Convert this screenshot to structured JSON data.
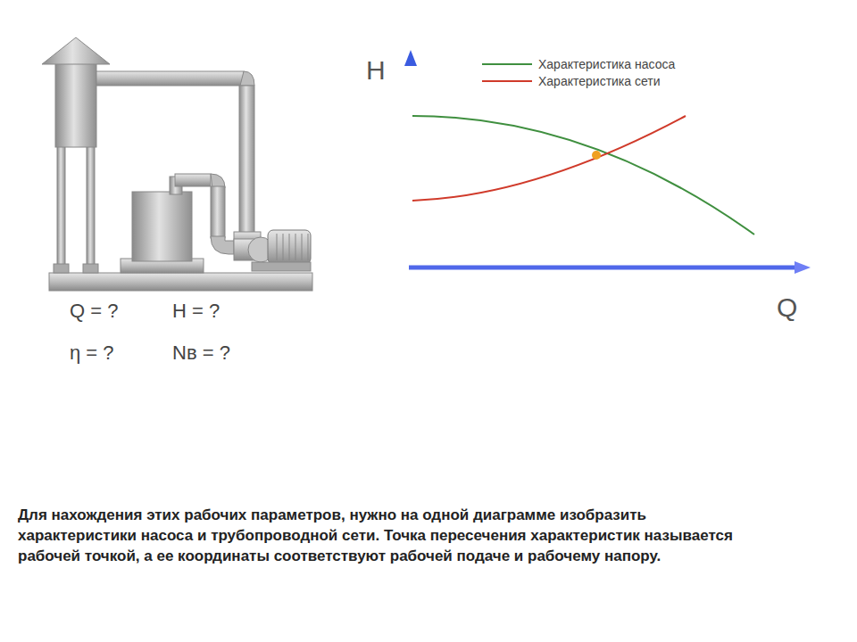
{
  "diagram": {
    "caption": "Для нахождения этих рабочих параметров, нужно на одной диаграмме изобразить характеристики насоса и трубопроводной сети. Точка пересечения характеристик называется рабочей точкой, а ее координаты соответствуют рабочей подаче и рабочему напору.",
    "labels": [
      "Q = ?",
      "H = ?",
      "η = ?",
      "Nв = ?",
      "H",
      "Q"
    ],
    "legend": [
      {
        "text": "Характеристика насоса"
      },
      {
        "text": "Характеристика сети"
      }
    ]
  }
}
